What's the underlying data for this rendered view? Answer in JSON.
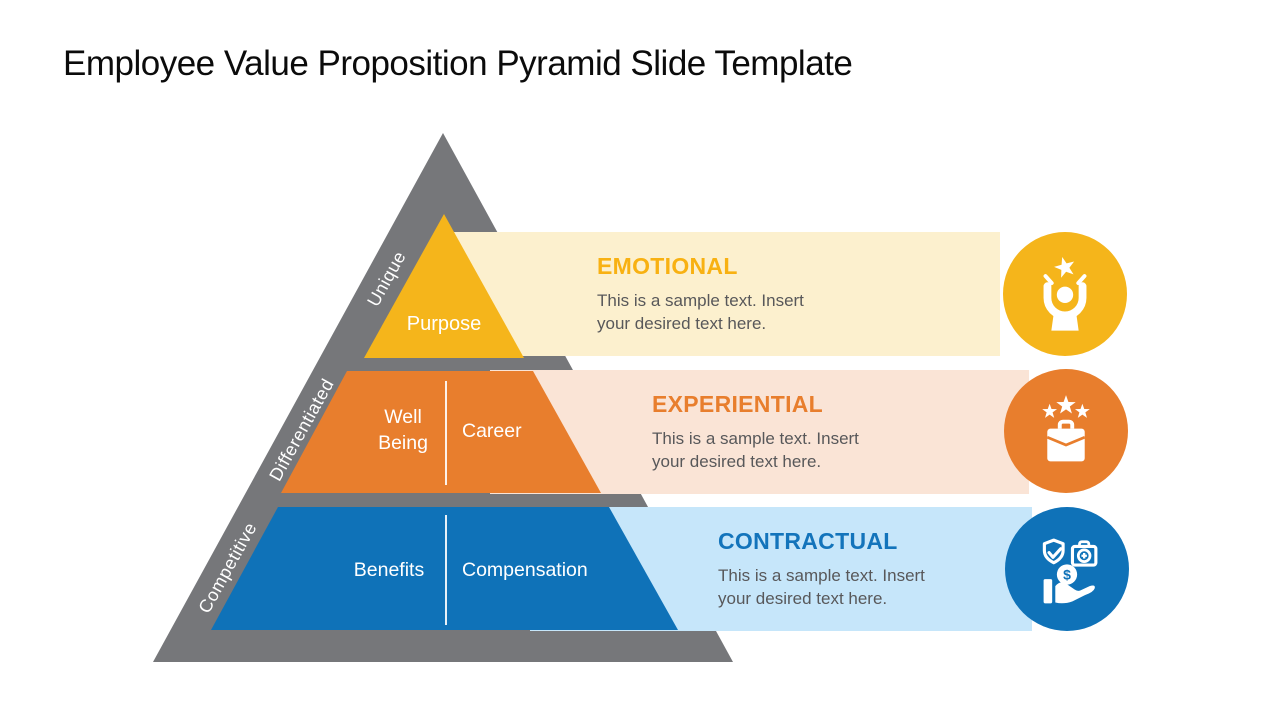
{
  "slide": {
    "title": "Employee Value Proposition Pyramid Slide Template"
  },
  "palette": {
    "gray": "#76777A",
    "gold": "#F5B51B",
    "gold_light": "#FCF0CE",
    "gold_text": "#F8B112",
    "orange": "#E87E2D",
    "orange_light": "#FAE4D6",
    "blue": "#0F72B8",
    "blue_light": "#C6E6FA",
    "blue_text": "#1374BB",
    "body_text": "#58585A"
  },
  "pyramid": {
    "side_labels": [
      "Unique",
      "Differentiated",
      "Competitive"
    ],
    "levels": [
      {
        "segments": [
          "Purpose"
        ]
      },
      {
        "segments": [
          "Well Being",
          "Career"
        ]
      },
      {
        "segments": [
          "Benefits",
          "Compensation"
        ]
      }
    ]
  },
  "rows": [
    {
      "title": "EMOTIONAL",
      "body_line1": "This is a sample text. Insert",
      "body_line2": "your desired text here.",
      "icon": "achievement-star-icon"
    },
    {
      "title": "EXPERIENTIAL",
      "body_line1": "This is a sample text. Insert",
      "body_line2": "your desired text here.",
      "icon": "briefcase-stars-icon"
    },
    {
      "title": "CONTRACTUAL",
      "body_line1": "This is a sample text. Insert",
      "body_line2": "your desired text here.",
      "icon": "hand-benefits-icon"
    }
  ]
}
